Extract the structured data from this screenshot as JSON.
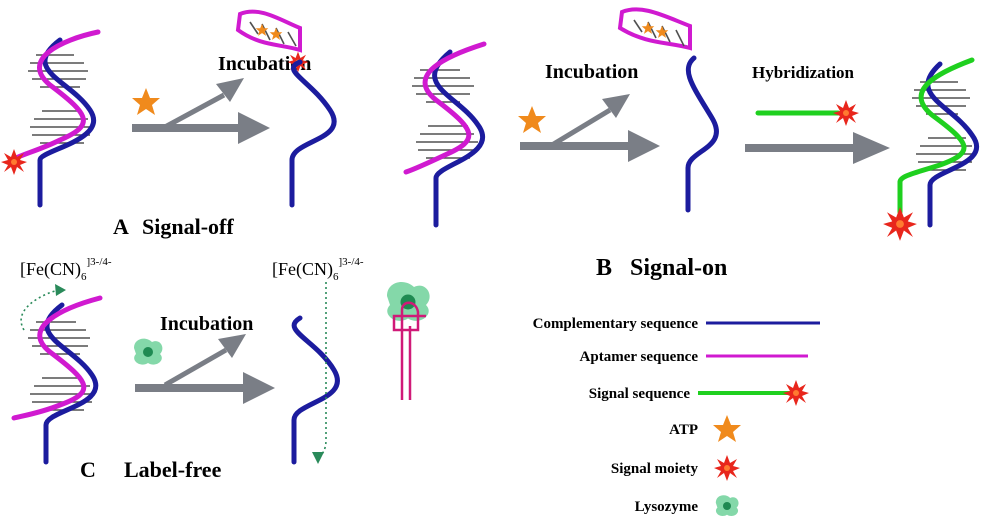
{
  "panels": {
    "a": {
      "letter": "A",
      "caption": "Signal-off",
      "step": "Incubation"
    },
    "b": {
      "letter": "B",
      "caption": "Signal-on",
      "step": "Incubation",
      "step2": "Hybridization"
    },
    "c": {
      "letter": "C",
      "caption": "Label-free",
      "step": "Incubation",
      "probe_left": {
        "base": "[Fe(CN)",
        "sub": "6",
        "sup": "]3-/4-"
      },
      "probe_right": {
        "base": "[Fe(CN)",
        "sub": "6",
        "sup": "]3-/4-"
      }
    }
  },
  "legend": {
    "complementary": {
      "label": "Complementary sequence",
      "color": "#1c1c9e"
    },
    "aptamer": {
      "label": "Aptamer sequence",
      "color": "#d01ad0"
    },
    "signal_seq": {
      "label": "Signal sequence",
      "color": "#1fd01f"
    },
    "atp": {
      "label": "ATP",
      "icon": "orange-star-icon",
      "color": "#f08a1c"
    },
    "moiety": {
      "label": "Signal moiety",
      "icon": "red-burst-icon",
      "color": "#e8261c"
    },
    "lysozyme": {
      "label": "Lysozyme",
      "icon": "green-blob-icon",
      "color": "#2faa6a"
    }
  }
}
